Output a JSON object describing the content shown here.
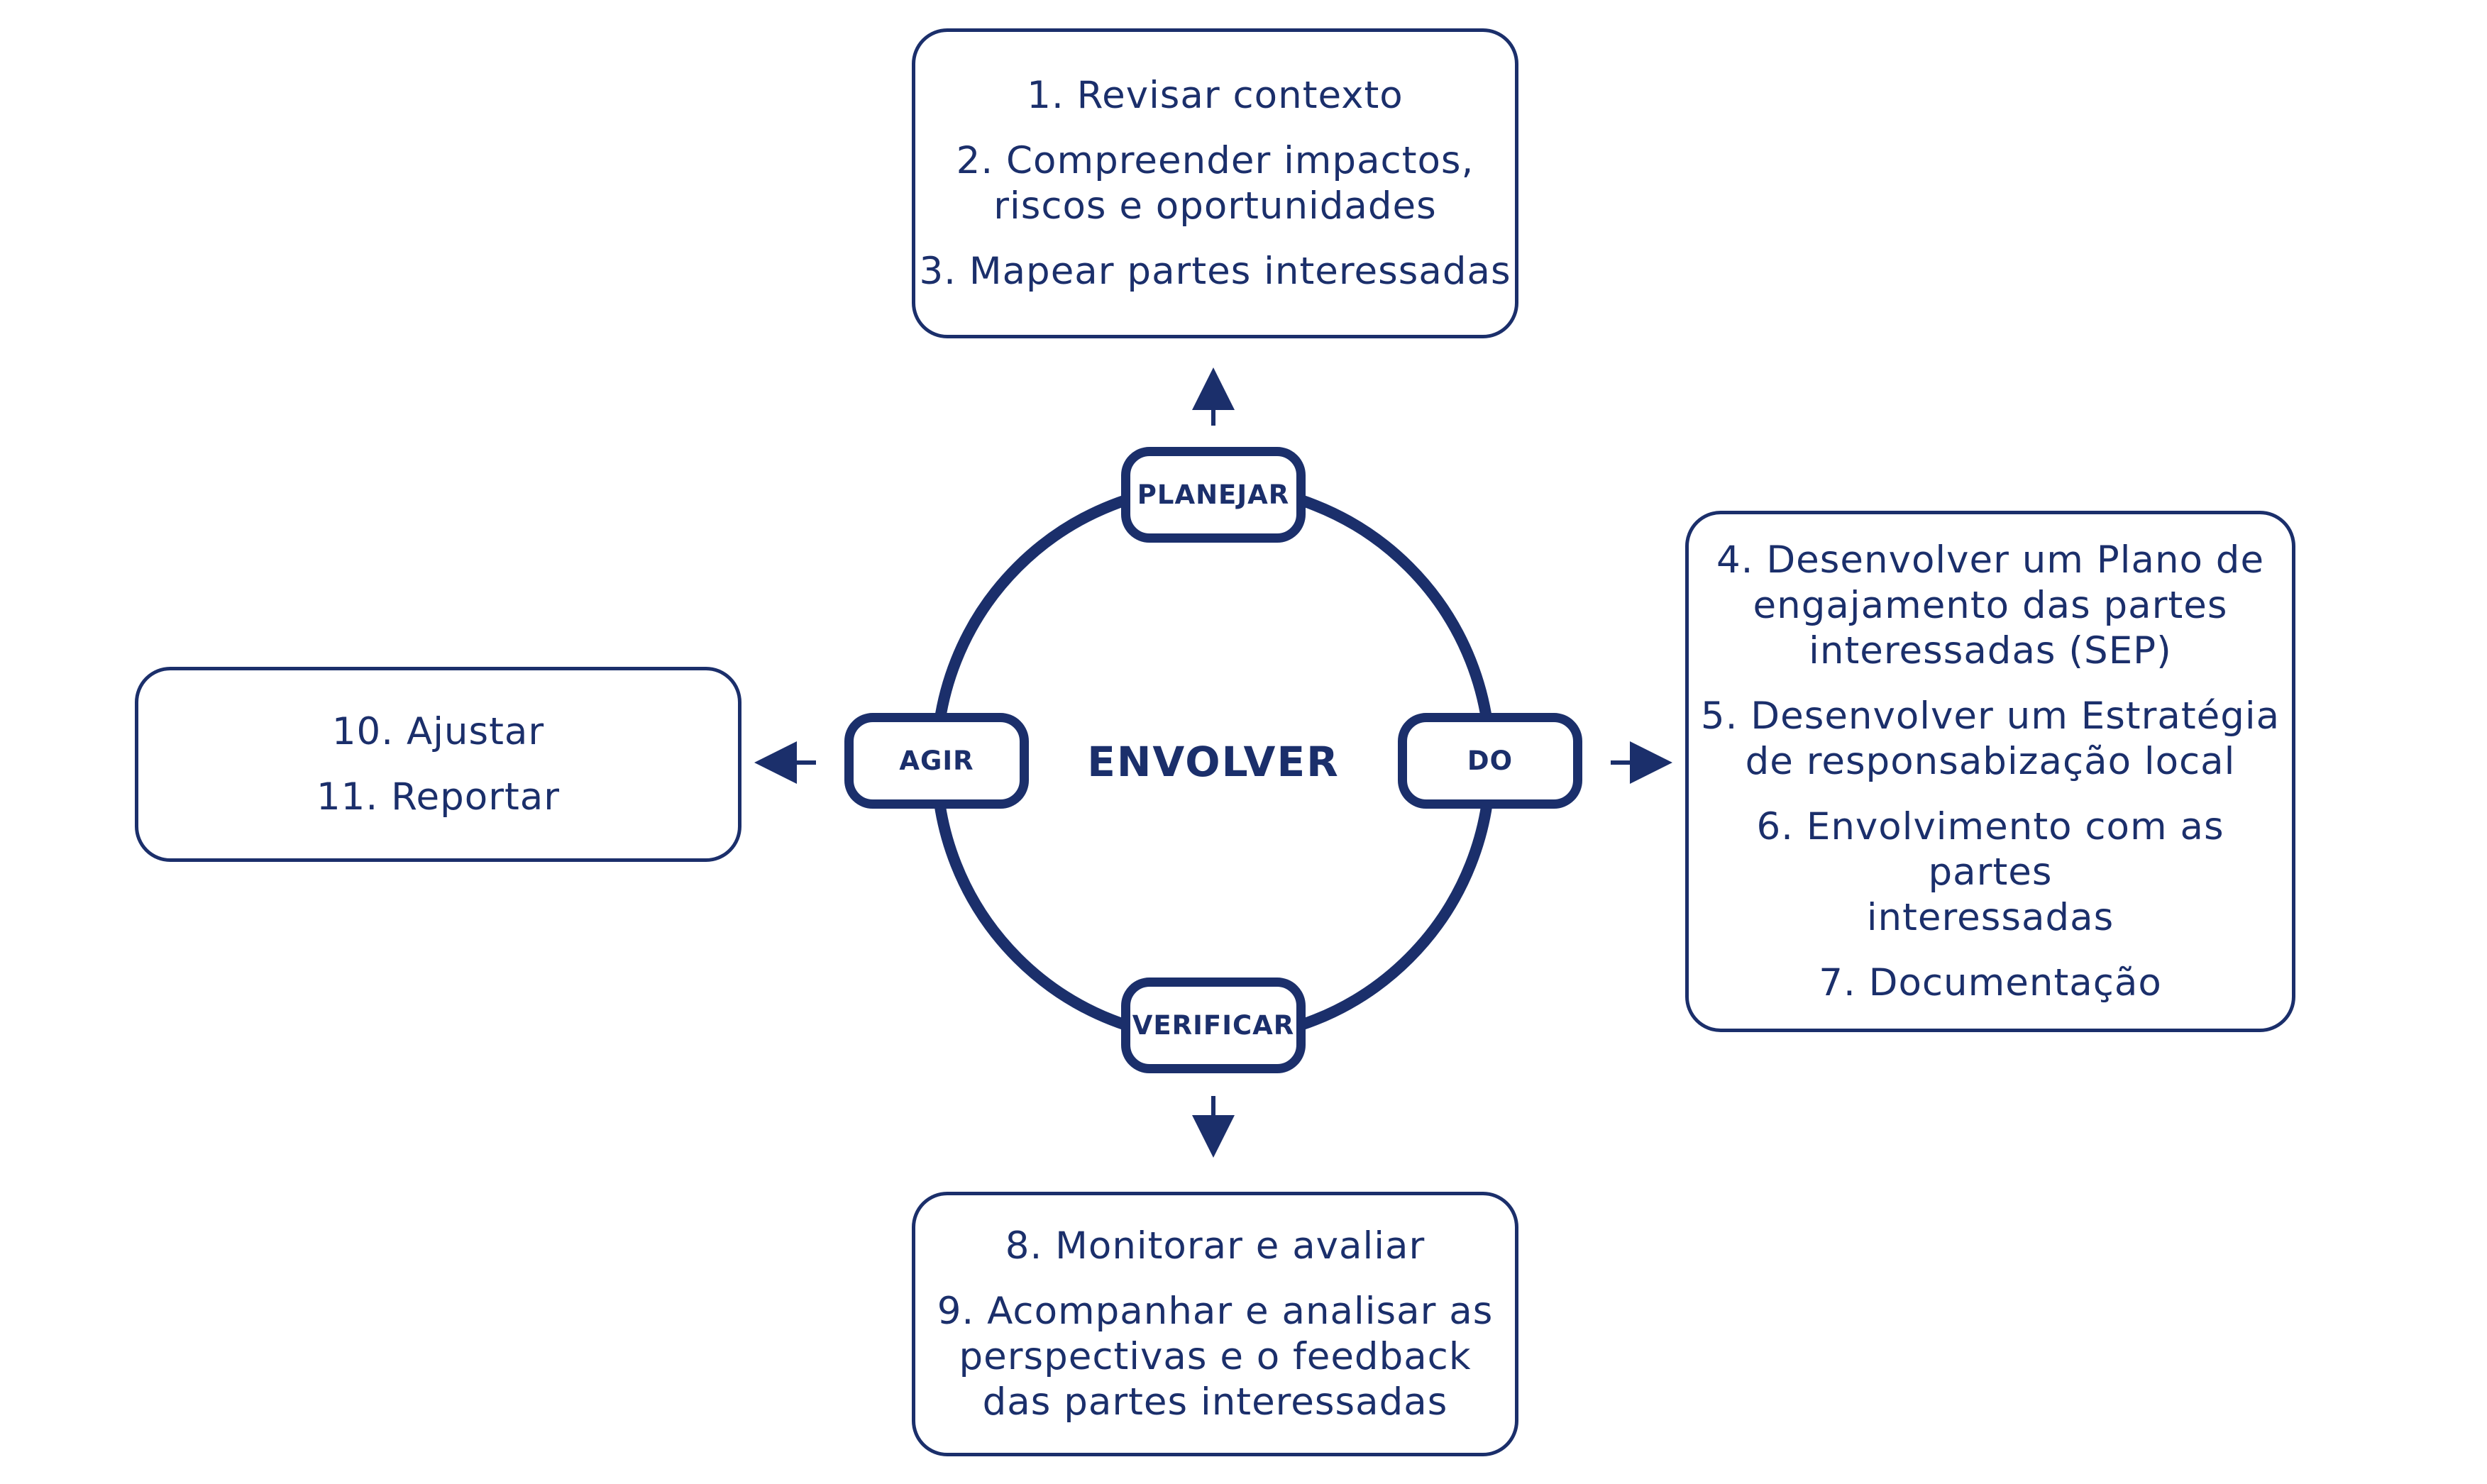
{
  "colors": {
    "primary": "#1b2f6b",
    "background": "#ffffff"
  },
  "center": {
    "label": "ENVOLVER"
  },
  "phases": {
    "plan": "PLANEJAR",
    "do": "DO",
    "check": "VERIFICAR",
    "act": "AGIR"
  },
  "boxes": {
    "plan": {
      "items": [
        "1. Revisar contexto",
        "2. Compreender impactos,\nriscos e oportunidades",
        "3. Mapear partes interessadas"
      ]
    },
    "do": {
      "items": [
        "4. Desenvolver um Plano de\nengajamento das partes\ninteressadas (SEP)",
        "5. Desenvolver um Estratégia\nde responsabização local",
        "6. Envolvimento com as partes\ninteressadas",
        "7. Documentação"
      ]
    },
    "check": {
      "items": [
        "8. Monitorar e avaliar",
        "9. Acompanhar e analisar as\nperspectivas e o feedback\ndas partes interessadas"
      ]
    },
    "act": {
      "items": [
        "10. Ajustar",
        "11. Reportar"
      ]
    }
  }
}
